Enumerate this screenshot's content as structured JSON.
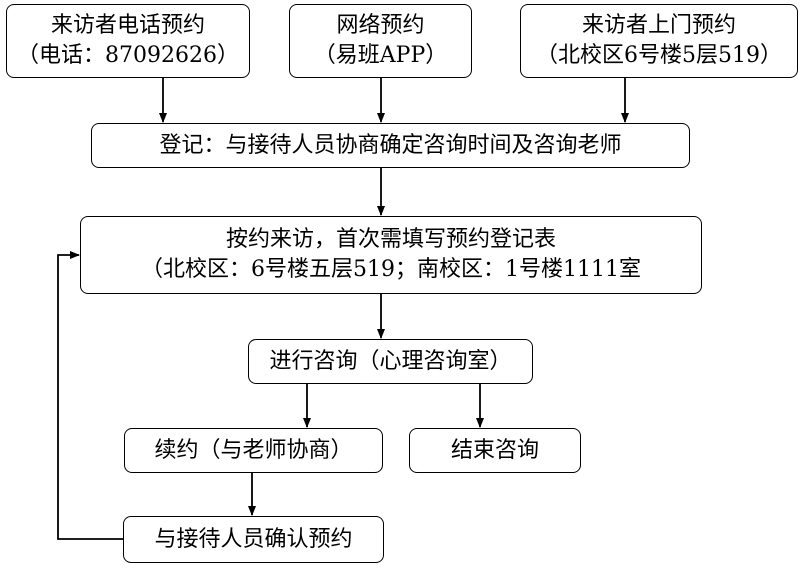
{
  "nodes": {
    "phone": {
      "line1": "来访者电话预约",
      "line2": "（电话：87092626）"
    },
    "online": {
      "line1": "网络预约",
      "line2": "（易班APP）"
    },
    "visit": {
      "line1": "来访者上门预约",
      "line2": "（北校区6号楼5层519）"
    },
    "register": {
      "line1": "登记：与接待人员协商确定咨询时间及咨询老师"
    },
    "first_visit": {
      "line1": "按约来访，首次需填写预约登记表",
      "line2": "（北校区：6号楼五层519；南校区：1号楼1111室"
    },
    "consult": {
      "line1": "进行咨询（心理咨询室）"
    },
    "continue": {
      "line1": "续约（与老师协商）"
    },
    "end": {
      "line1": "结束咨询"
    },
    "confirm": {
      "line1": "与接待人员确认预约"
    }
  }
}
